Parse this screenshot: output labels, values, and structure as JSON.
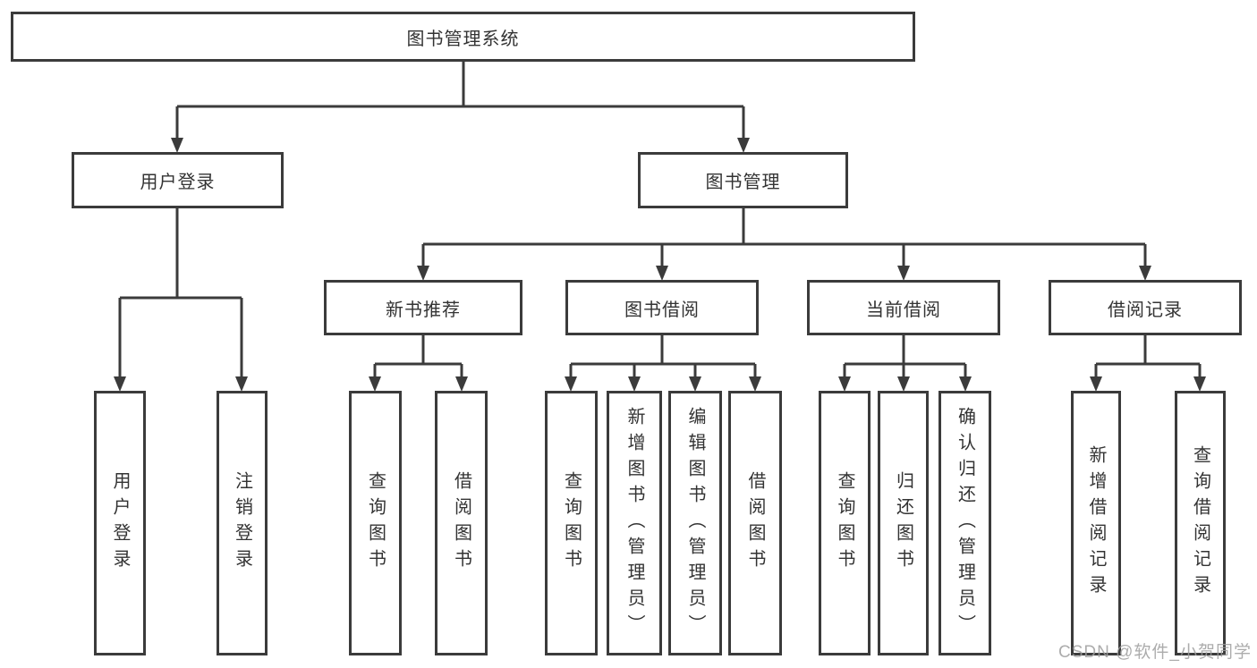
{
  "tree": {
    "label": "图书管理系统",
    "children": [
      {
        "label": "用户登录",
        "children": [
          {
            "label": "用户登录"
          },
          {
            "label": "注销登录"
          }
        ]
      },
      {
        "label": "图书管理",
        "children": [
          {
            "label": "新书推荐",
            "children": [
              {
                "label": "查询图书"
              },
              {
                "label": "借阅图书"
              }
            ]
          },
          {
            "label": "图书借阅",
            "children": [
              {
                "label": "查询图书"
              },
              {
                "label": "新增图书（管理员）"
              },
              {
                "label": "编辑图书（管理员）"
              },
              {
                "label": "借阅图书"
              }
            ]
          },
          {
            "label": "当前借阅",
            "children": [
              {
                "label": "查询图书"
              },
              {
                "label": "归还图书"
              },
              {
                "label": "确认归还（管理员）"
              }
            ]
          },
          {
            "label": "借阅记录",
            "children": [
              {
                "label": "新增借阅记录"
              },
              {
                "label": "查询借阅记录"
              }
            ]
          }
        ]
      }
    ]
  },
  "watermark": {
    "text": "CSDN @软件_小贺同学"
  },
  "colors": {
    "line": "#3b3b3b",
    "text": "#333333",
    "watermark": "#9e9e9e",
    "background": "#ffffff"
  }
}
